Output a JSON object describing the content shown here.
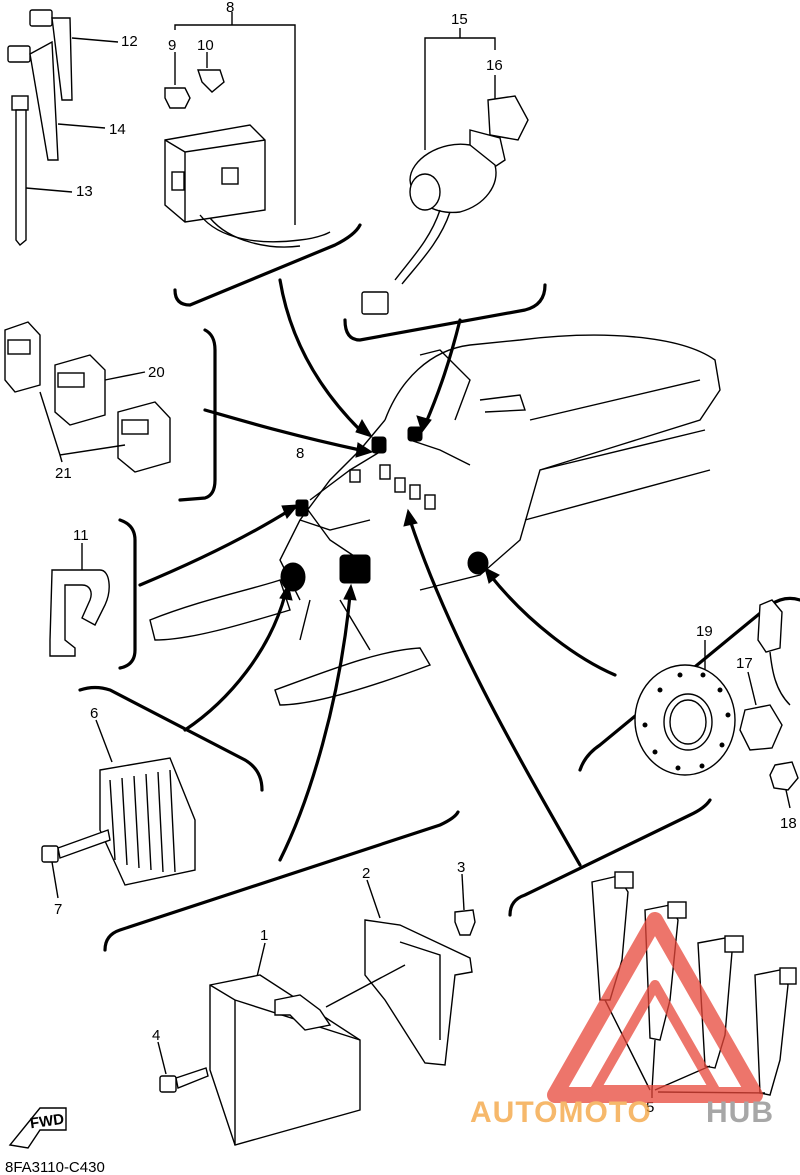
{
  "callouts": {
    "c1": "1",
    "c2": "2",
    "c3": "3",
    "c5": "5",
    "c6": "6",
    "c7": "7",
    "c8a": "8",
    "c8b": "8",
    "c9": "9",
    "c10": "10",
    "c11": "11",
    "c12": "12",
    "c13": "13",
    "c14": "14",
    "c15": "15",
    "c16": "16",
    "c17": "17",
    "c18": "18",
    "c19": "19",
    "c20": "20",
    "c21": "21"
  },
  "direction_label": "FWD",
  "diagram_code": "8FA3110-C430",
  "watermark": {
    "part_a": "AUTOMOTO",
    "part_b": "HUB",
    "color_a": "#f3a13a",
    "color_b": "#8a8a8a",
    "triangle_color": "#e8473a"
  }
}
